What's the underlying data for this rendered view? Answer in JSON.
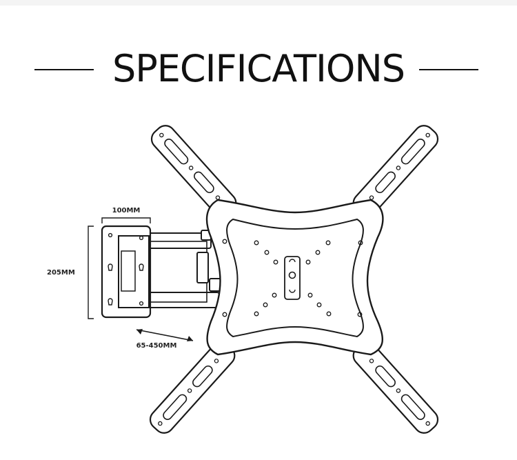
{
  "header": {
    "title": "SPECIFICATIONS"
  },
  "dimensions": {
    "wall_plate_width": "100MM",
    "wall_plate_height": "205MM",
    "extension_range": "65-450MM"
  },
  "colors": {
    "line": "#1a1a1a",
    "background": "#ffffff"
  }
}
